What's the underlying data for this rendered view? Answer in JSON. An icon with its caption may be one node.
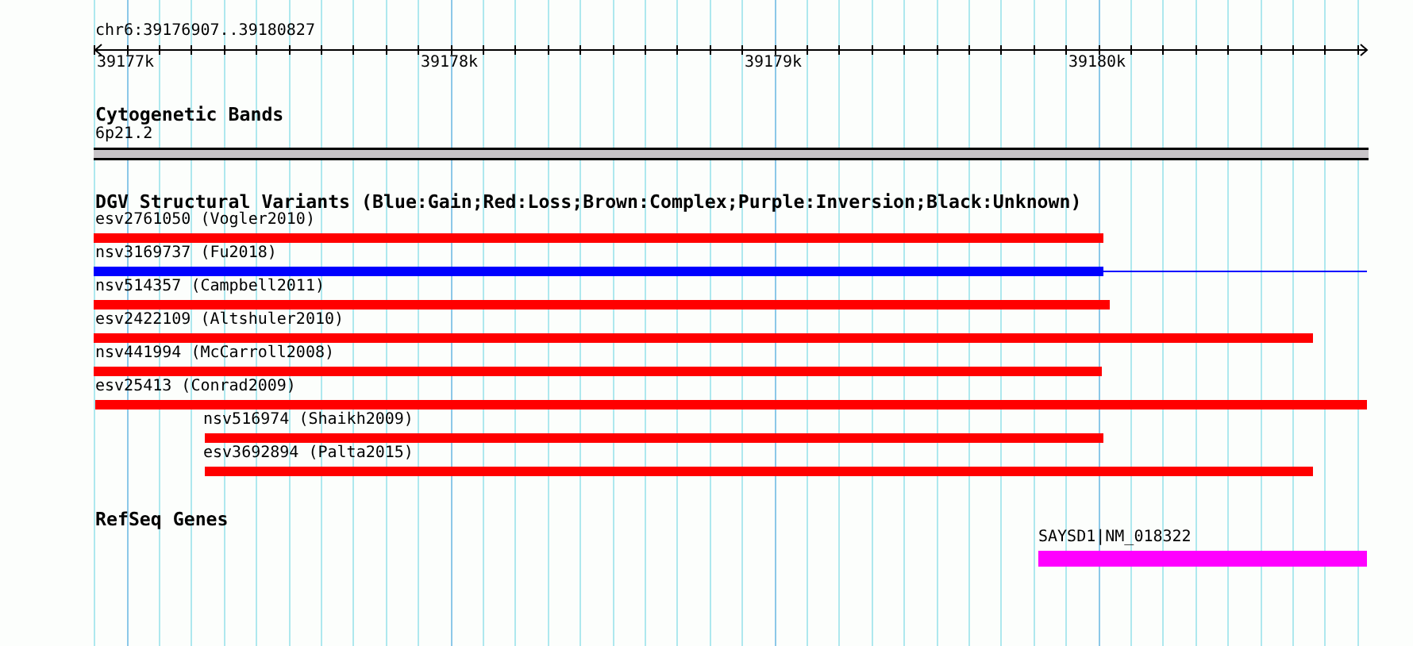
{
  "diagram": {
    "title": "chr6:39176907..39180827",
    "nodes": [
      {
        "text": [
          "6p21.2"
        ]
      },
      {
        "text": [
          "esv2761050 (Vogler2010)"
        ]
      },
      {
        "text": [
          "nsv3169737 (Fu2018)"
        ]
      },
      {
        "text": [
          "nsv514357 (Campbell2011)"
        ]
      },
      {
        "text": [
          "esv2422109 (Altshuler2010)"
        ]
      },
      {
        "text": [
          "nsv441994 (McCarroll2008)"
        ]
      },
      {
        "text": [
          "esv25413 (Conrad2009)"
        ]
      },
      {
        "text": [
          "nsv516974 (Shaikh2009)"
        ]
      },
      {
        "text": [
          "esv3692894 (Palta2015)"
        ]
      },
      {
        "text": [
          "SAYSD1|NM_018322"
        ]
      }
    ],
    "labels": [
      "39177k",
      "39178k",
      "39179k",
      "39180k",
      "Cytogenetic Bands",
      "DGV Structural Variants (Blue:Gain;Red:Loss;Brown:Complex;Purple:Inversion;Black:Unknown)",
      "RefSeq Genes"
    ]
  }
}
